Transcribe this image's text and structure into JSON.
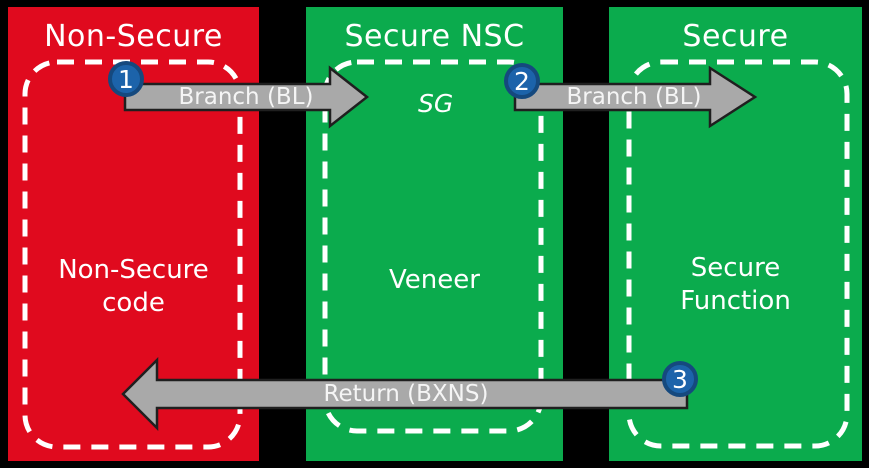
{
  "panels": [
    {
      "id": "non-secure",
      "title": "Non-Secure",
      "body": "Non-Secure code"
    },
    {
      "id": "secure-nsc",
      "title": "Secure NSC",
      "body": "Veneer",
      "gateway_label": "SG"
    },
    {
      "id": "secure",
      "title": "Secure",
      "body": "Secure Function"
    }
  ],
  "arrows": [
    {
      "step": "1",
      "label": "Branch (BL)",
      "direction": "right",
      "from": "non-secure",
      "to": "secure-nsc"
    },
    {
      "step": "2",
      "label": "Branch (BL)",
      "direction": "right",
      "from": "secure-nsc",
      "to": "secure"
    },
    {
      "step": "3",
      "label": "Return (BXNS)",
      "direction": "left",
      "from": "secure",
      "to": "non-secure"
    }
  ],
  "colors": {
    "non_secure_red": "#e00a1e",
    "secure_green": "#0bab4d",
    "arrow_gray": "#a9a9a9",
    "arrow_outline": "#1f1f1f",
    "step_circle_blue": "#1c63aa",
    "step_circle_ring": "#15497e",
    "background": "#000000",
    "dashed_border": "#ffffff"
  }
}
